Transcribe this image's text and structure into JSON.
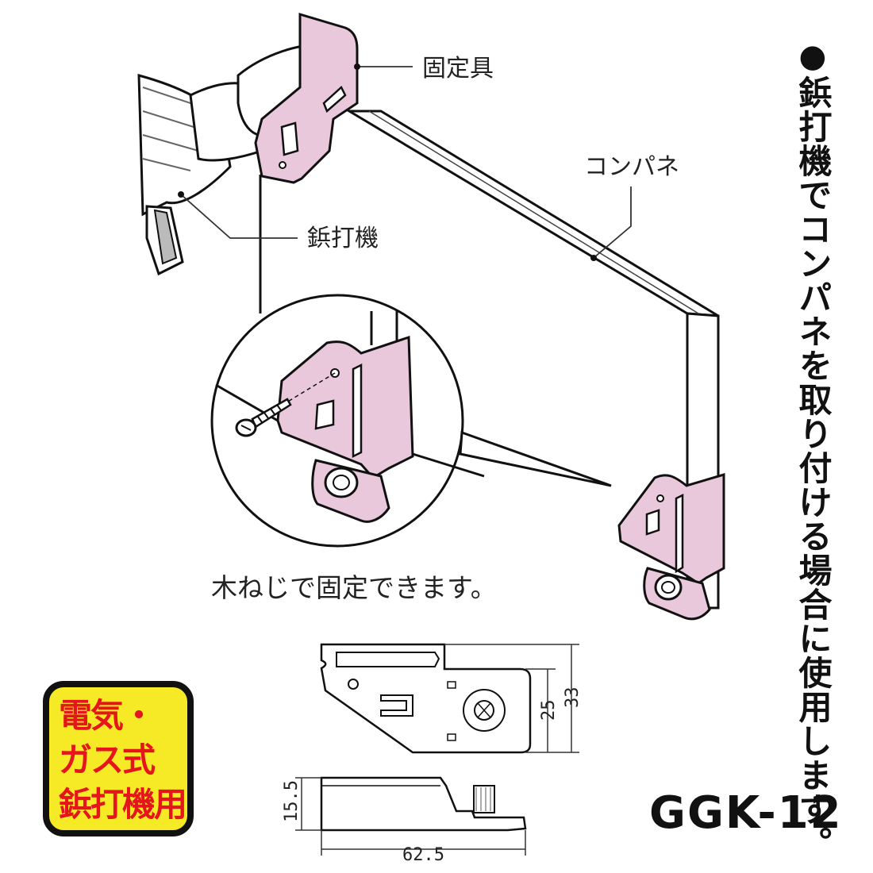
{
  "labels": {
    "fixture": "固定具",
    "panel": "コンパネ",
    "nailer": "鋲打機"
  },
  "caption": "木ねじで固定できます。",
  "side_note": {
    "bullet": "●",
    "text": "鋲打機でコンパネを取り付ける場合に使用します。"
  },
  "badge": {
    "line1": "電気・",
    "line2": "ガス式",
    "line3": "鋲打機用"
  },
  "model": "GGK-12",
  "dimensions": {
    "height_inner": "25",
    "height_outer": "33",
    "thickness": "15.5",
    "width": "62.5"
  },
  "colors": {
    "part_fill": "#e8c8da",
    "badge_fill": "#f6e925",
    "badge_text": "#e4161c",
    "outline": "#111111"
  }
}
